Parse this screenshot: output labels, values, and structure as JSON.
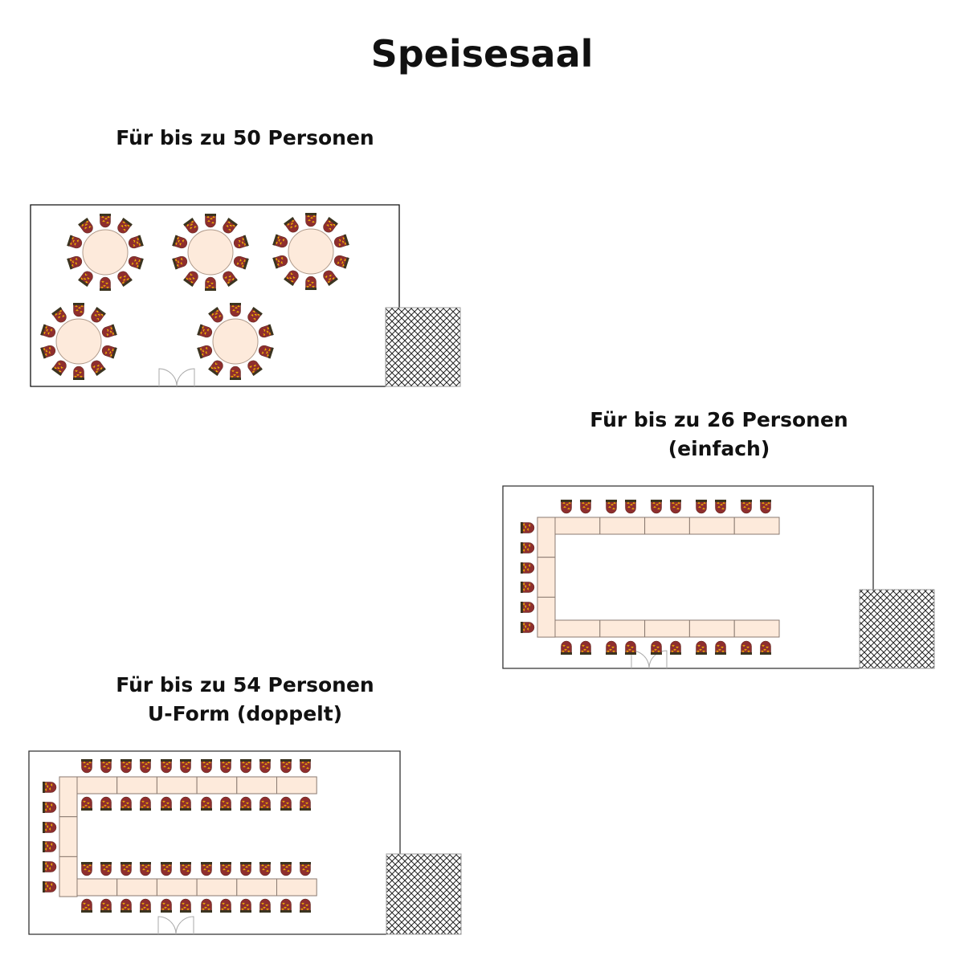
{
  "title": "Speisesaal",
  "sections": [
    {
      "line1": "Für bis zu 50 Personen",
      "line2": ""
    },
    {
      "line1": "Für bis zu 26 Personen",
      "line2": "(einfach)"
    },
    {
      "line1": "Für bis zu 54 Personen",
      "line2": "U-Form (doppelt)"
    }
  ],
  "colors": {
    "table": "#fdeadb",
    "chair_seat": "#8e2e2e",
    "chair_back": "#3b3420",
    "chair_pattern": "#f2b400",
    "wall": "#111111"
  }
}
